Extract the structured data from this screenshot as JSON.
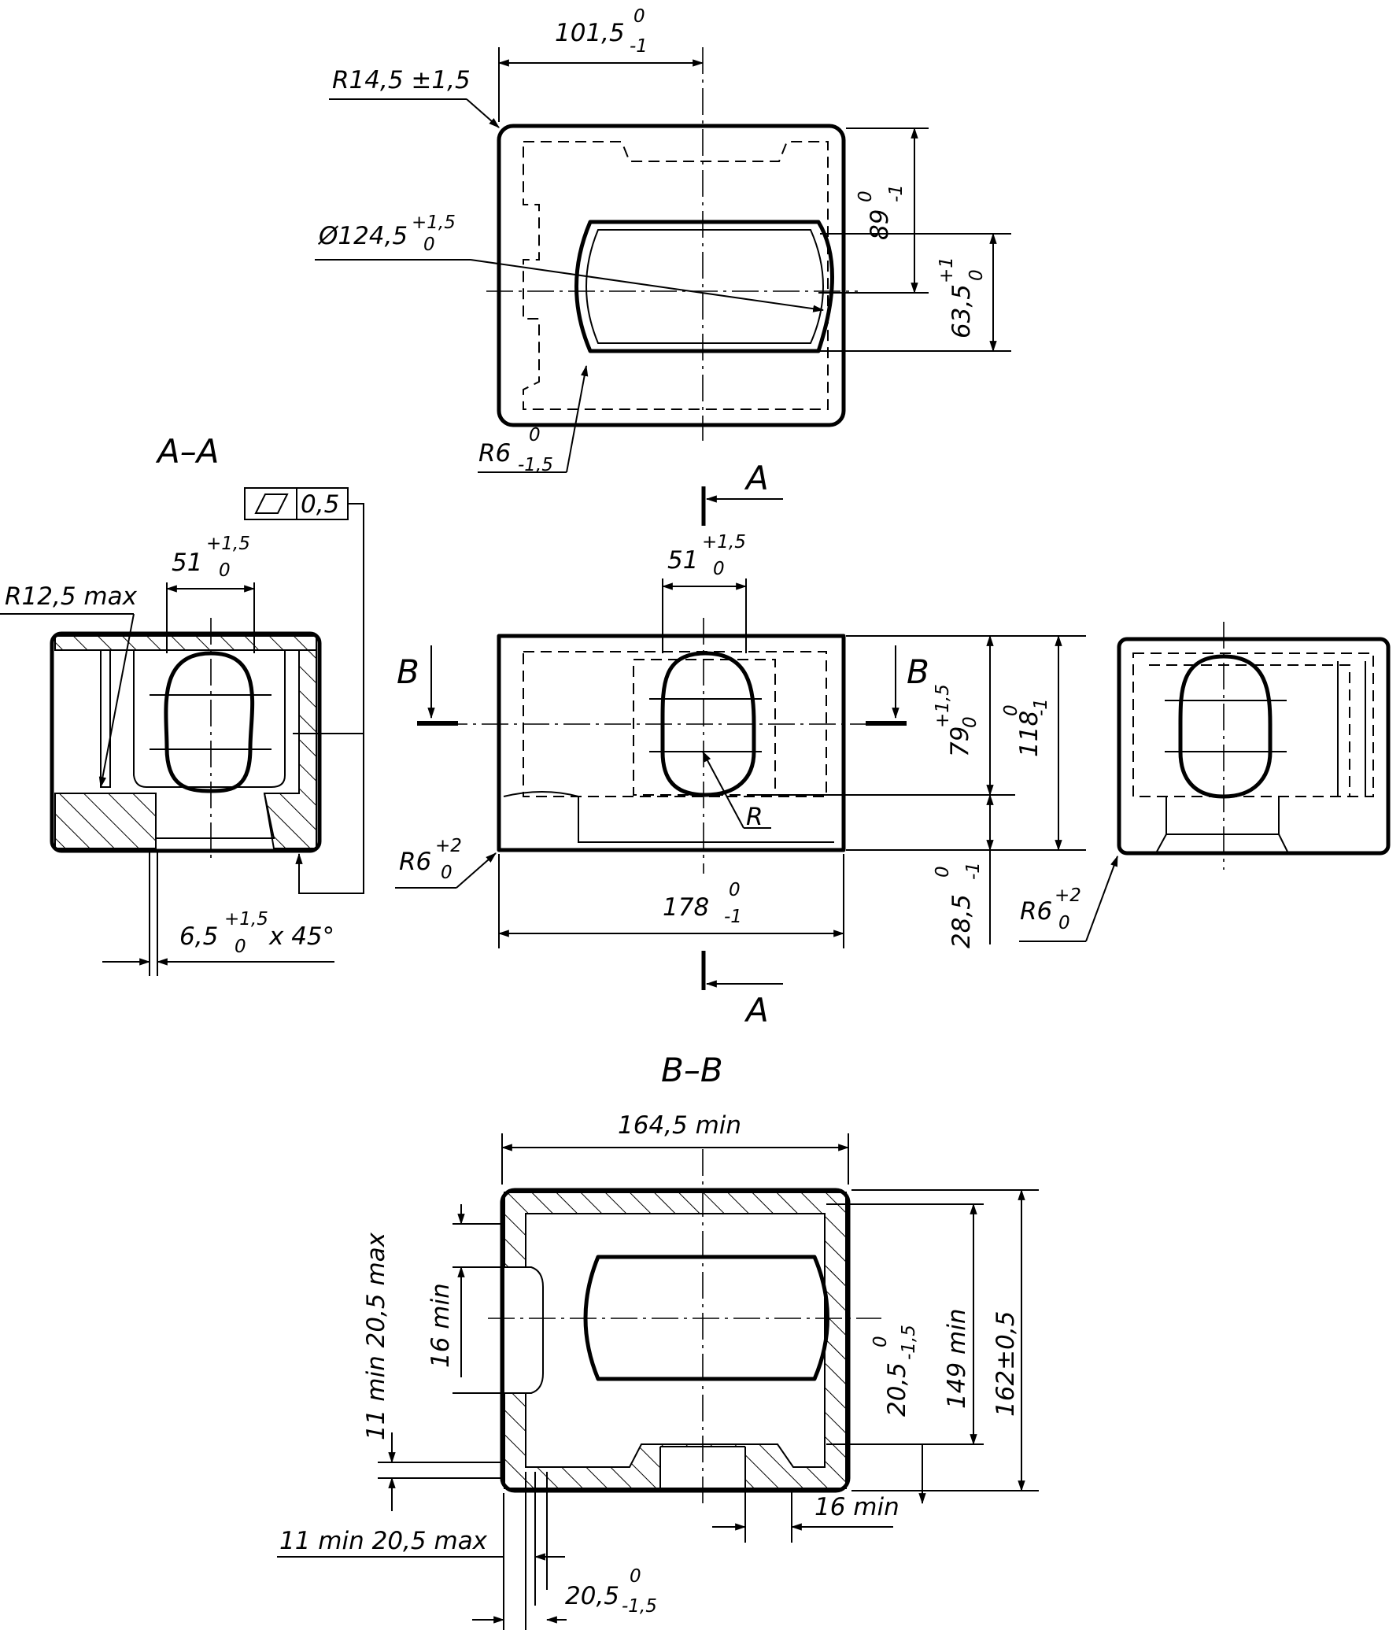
{
  "top_view": {
    "width_dim": "101,5",
    "width_tol_up": "0",
    "width_tol_low": "-1",
    "corner_radius": "R14,5 ±1,5",
    "diameter_dim": "Ø124,5",
    "diameter_tol_up": "+1,5",
    "diameter_tol_low": "0",
    "height_dim": "89",
    "height_tol_up": "0",
    "height_tol_low": "-1",
    "aperture_dim": "63,5",
    "aperture_tol_up": "+1",
    "aperture_tol_low": "0",
    "inner_radius": "R6",
    "inner_radius_tol_up": "0",
    "inner_radius_tol_low": "-1,5"
  },
  "section_marks": {
    "a": "A",
    "b": "B"
  },
  "section_aa": {
    "title": "A–A",
    "flatness_value": "0,5",
    "opening_dim": "51",
    "opening_tol_up": "+1,5",
    "opening_tol_low": "0",
    "radius_max": "R12,5 max",
    "chamfer_dim": "6,5",
    "chamfer_tol_up": "+1,5",
    "chamfer_tol_low": "0",
    "chamfer_angle": "x 45°"
  },
  "front_view": {
    "opening_dim": "51",
    "opening_tol_up": "+1,5",
    "opening_tol_low": "0",
    "slot_radius": "R",
    "corner_radius": "R6",
    "corner_tol_up": "+2",
    "corner_tol_low": "0",
    "length_dim": "178",
    "length_tol_up": "0",
    "length_tol_low": "-1",
    "upper_height_dim": "79",
    "upper_height_tol_up": "+1,5",
    "upper_height_tol_low": "0",
    "height_dim": "118",
    "height_tol_up": "0",
    "height_tol_low": "-1",
    "base_dim": "28,5",
    "base_tol_up": "0",
    "base_tol_low": "-1"
  },
  "side_view": {
    "corner_radius": "R6",
    "corner_tol_up": "+2",
    "corner_tol_low": "0"
  },
  "section_bb": {
    "title": "B–B",
    "width_min": "164,5 min",
    "inner_height_min": "149 min",
    "height_dim": "162±0,5",
    "wall_dim": "20,5",
    "wall_tol_up": "0",
    "wall_tol_low": "-1,5",
    "slot_min": "16 min",
    "left_vertical": "11 min 20,5 max",
    "bottom_horizontal": "11 min 20,5 max",
    "bottom_wall_dim": "20,5",
    "bottom_wall_tol_up": "0",
    "bottom_wall_tol_low": "-1,5",
    "bottom_slot_min": "16 min"
  }
}
